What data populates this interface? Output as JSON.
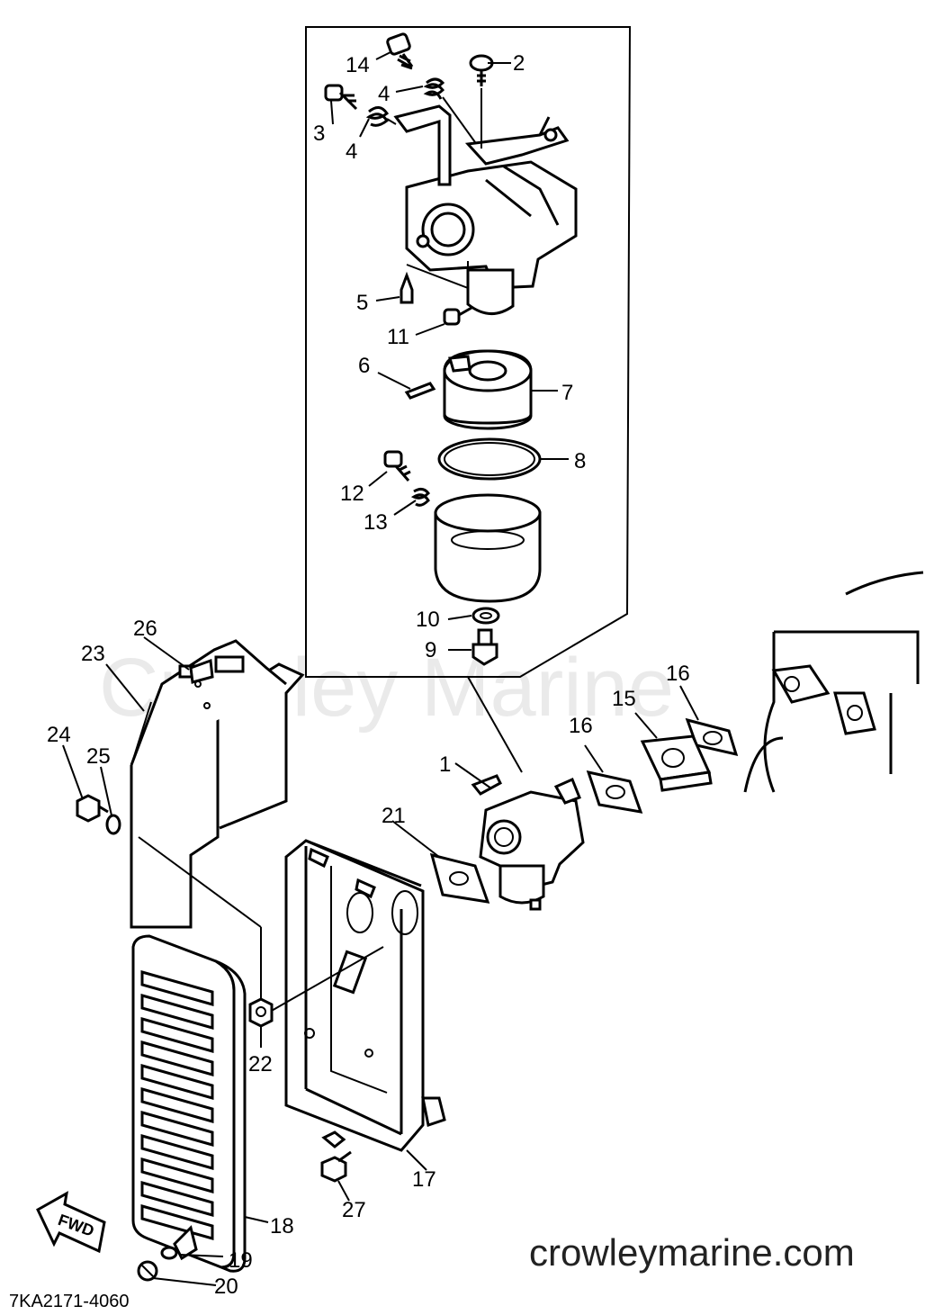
{
  "parts": [
    {
      "num": "1"
    },
    {
      "num": "2"
    },
    {
      "num": "3"
    },
    {
      "num": "4"
    },
    {
      "num": "4"
    },
    {
      "num": "5"
    },
    {
      "num": "6"
    },
    {
      "num": "7"
    },
    {
      "num": "8"
    },
    {
      "num": "9"
    },
    {
      "num": "10"
    },
    {
      "num": "11"
    },
    {
      "num": "12"
    },
    {
      "num": "13"
    },
    {
      "num": "14"
    },
    {
      "num": "15"
    },
    {
      "num": "16"
    },
    {
      "num": "16"
    },
    {
      "num": "17"
    },
    {
      "num": "18"
    },
    {
      "num": "19"
    },
    {
      "num": "20"
    },
    {
      "num": "21"
    },
    {
      "num": "22"
    },
    {
      "num": "23"
    },
    {
      "num": "24"
    },
    {
      "num": "25"
    },
    {
      "num": "26"
    },
    {
      "num": "27"
    }
  ],
  "watermark": "Crowley Marine",
  "site": "crowleymarine.com",
  "diagram_code": "7KA2171-4060",
  "direction_label": "FWD"
}
